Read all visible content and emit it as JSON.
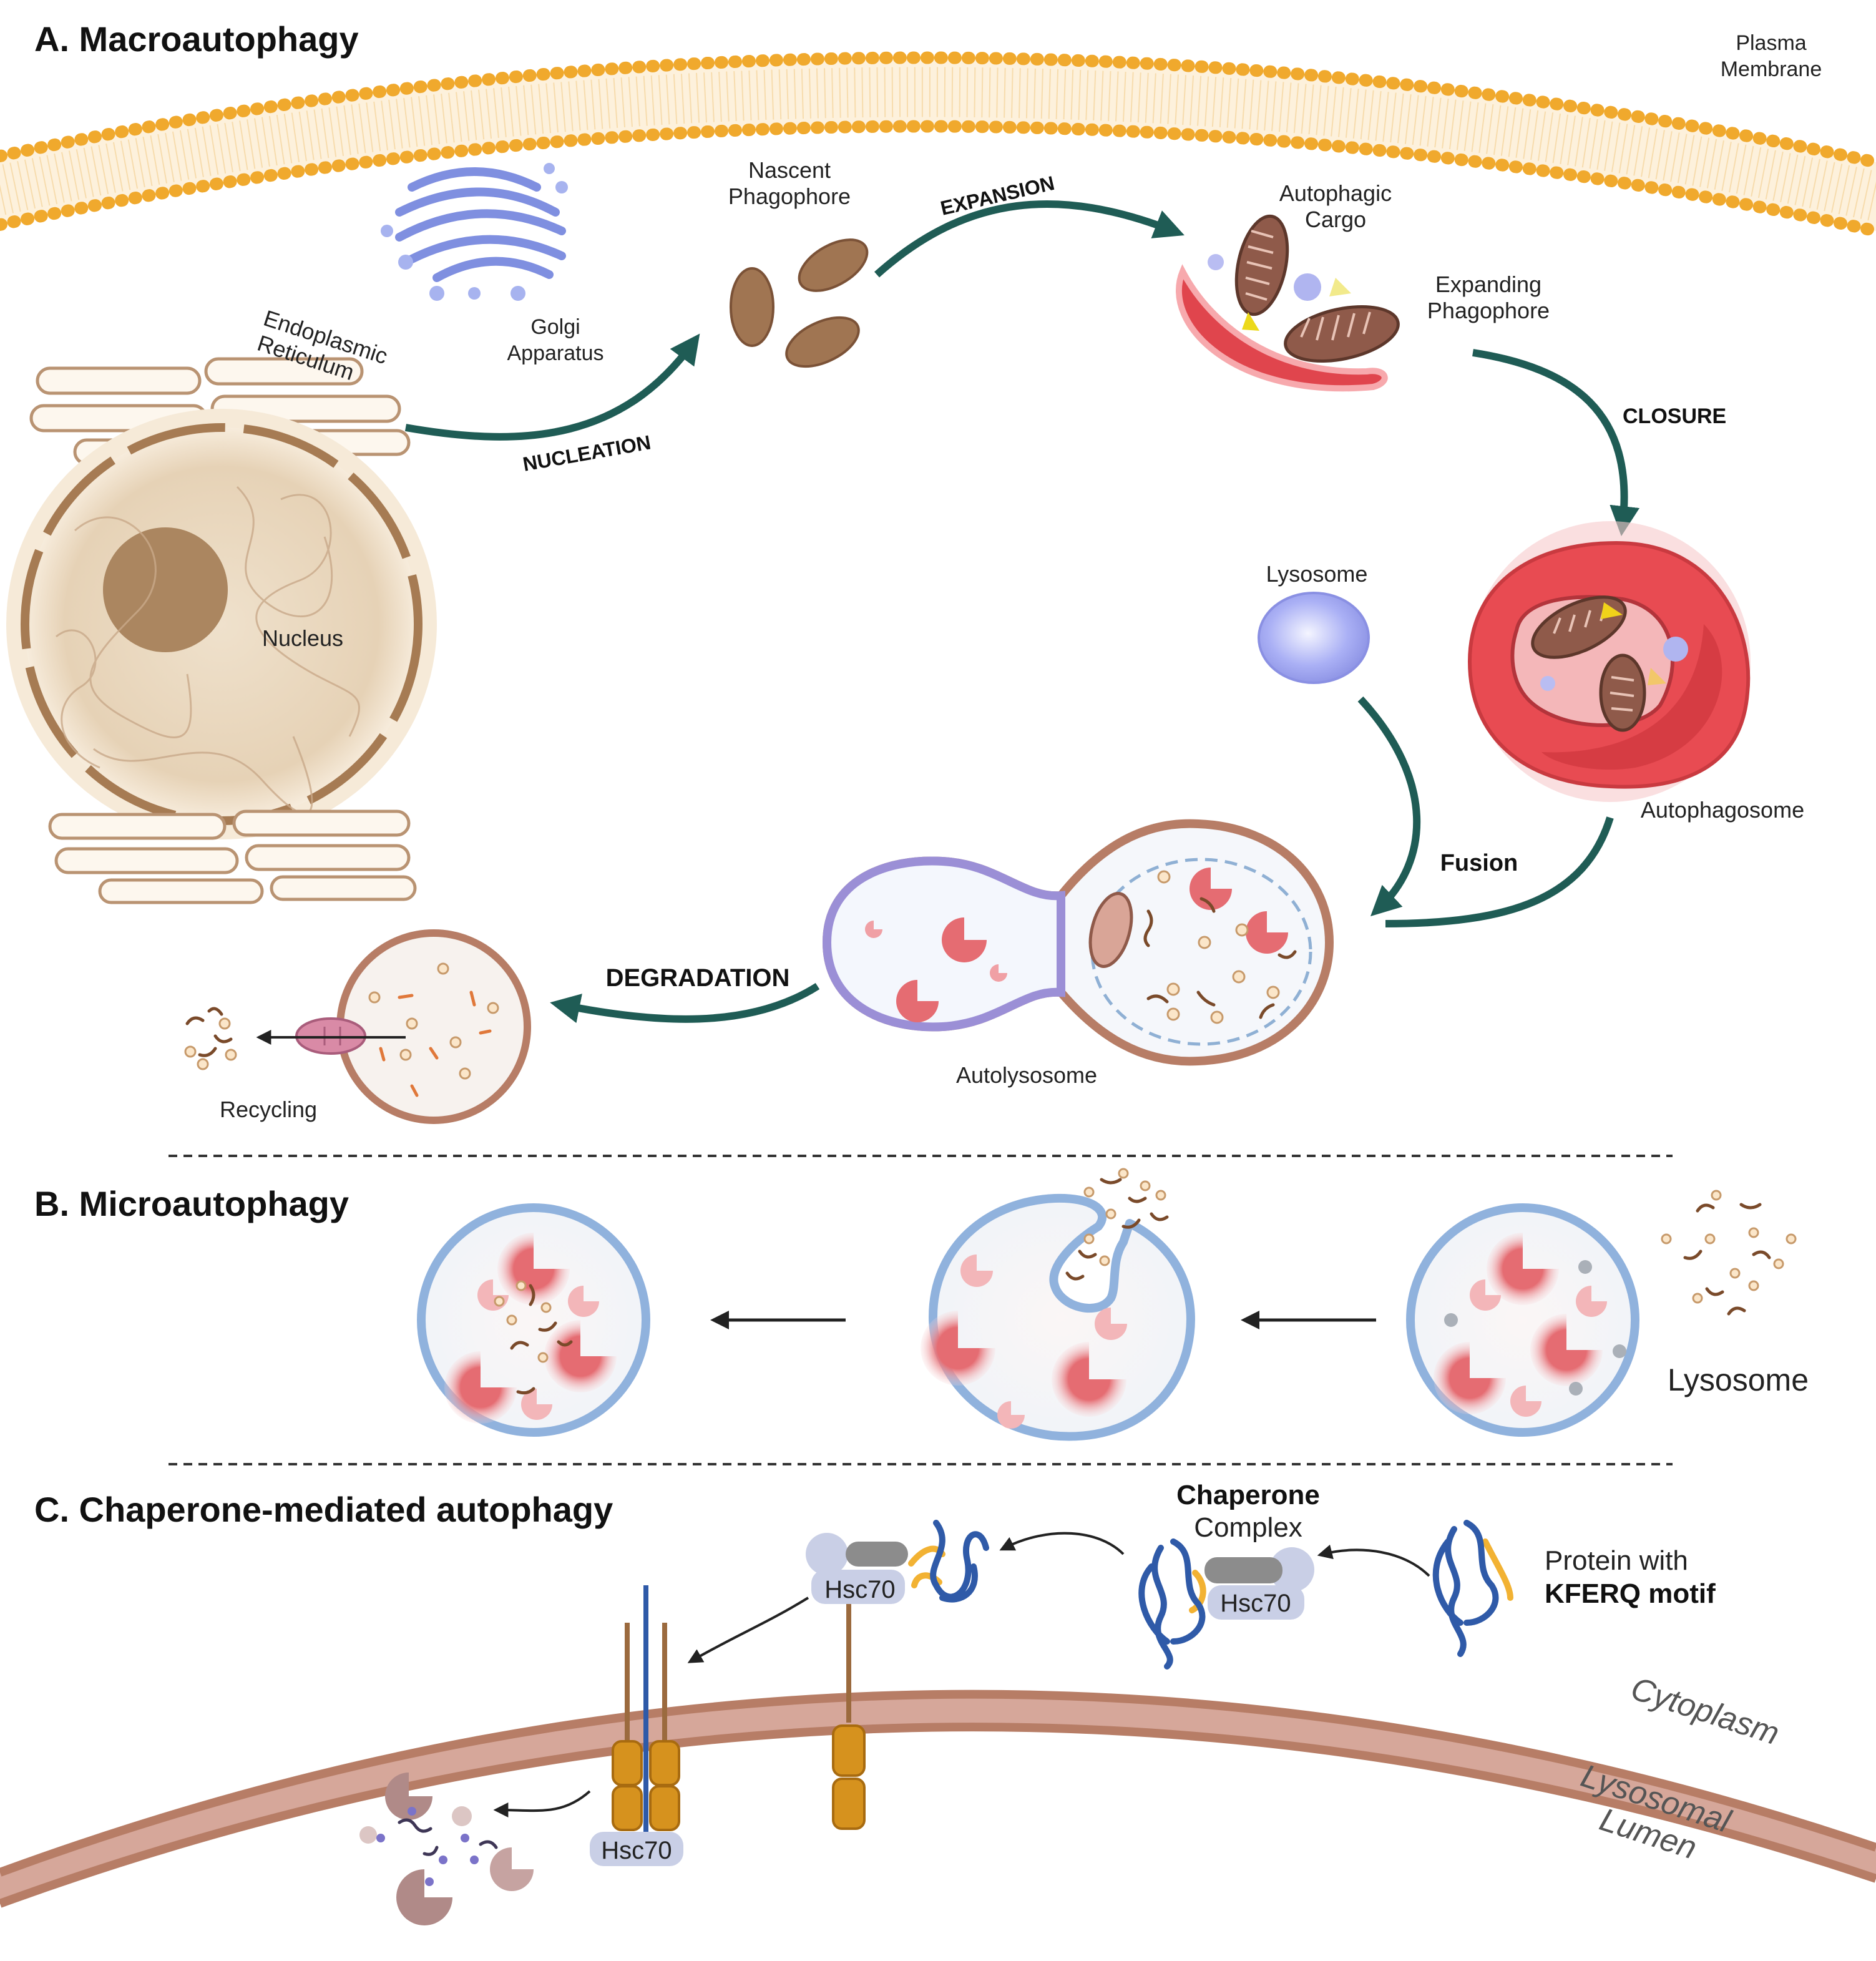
{
  "sections": {
    "a_title": "A. Macroautophagy",
    "b_title": "B. Microautophagy",
    "c_title": "C. Chaperone-mediated autophagy"
  },
  "labels": {
    "plasma_membrane_1": "Plasma",
    "plasma_membrane_2": "Membrane",
    "golgi_1": "Golgi",
    "golgi_2": "Apparatus",
    "nascent_1": "Nascent",
    "nascent_2": "Phagophore",
    "er_1": "Endoplasmic",
    "er_2": "Reticulum",
    "nucleus": "Nucleus",
    "cargo_1": "Autophagic",
    "cargo_2": "Cargo",
    "expanding_1": "Expanding",
    "expanding_2": "Phagophore",
    "lysosome": "Lysosome",
    "autophagosome": "Autophagosome",
    "autolysosome": "Autolysosome",
    "recycling": "Recycling",
    "lysosome_b": "Lysosome",
    "chap_complex_1": "Chaperone",
    "chap_complex_2": "Complex",
    "protein_kferq_1": "Protein with",
    "protein_kferq_2": "KFERQ motif",
    "hsc70_a": "Hsc70",
    "hsc70_b": "Hsc70",
    "hsc70_c": "Hsc70",
    "cytoplasm": "Cytoplasm",
    "lumen_1": "Lysosomal",
    "lumen_2": "Lumen"
  },
  "steps": {
    "nucleation": "NUCLEATION",
    "expansion": "EXPANSION",
    "closure": "CLOSURE",
    "fusion": "Fusion",
    "degradation": "DEGRADATION"
  },
  "colors": {
    "arrow_green": "#1f5c55",
    "membrane_yellow": "#f3b23e",
    "nucleus_tan": "#e8d3b8",
    "phagophore_red": "#e0454d",
    "lysosome_blue": "#9aa3ef",
    "micro_lysosome_border": "#90b2dd",
    "chaperone_blue": "#2f5aa8",
    "lamp_orange": "#d6921e",
    "lumen_membrane": "#b77d66"
  }
}
